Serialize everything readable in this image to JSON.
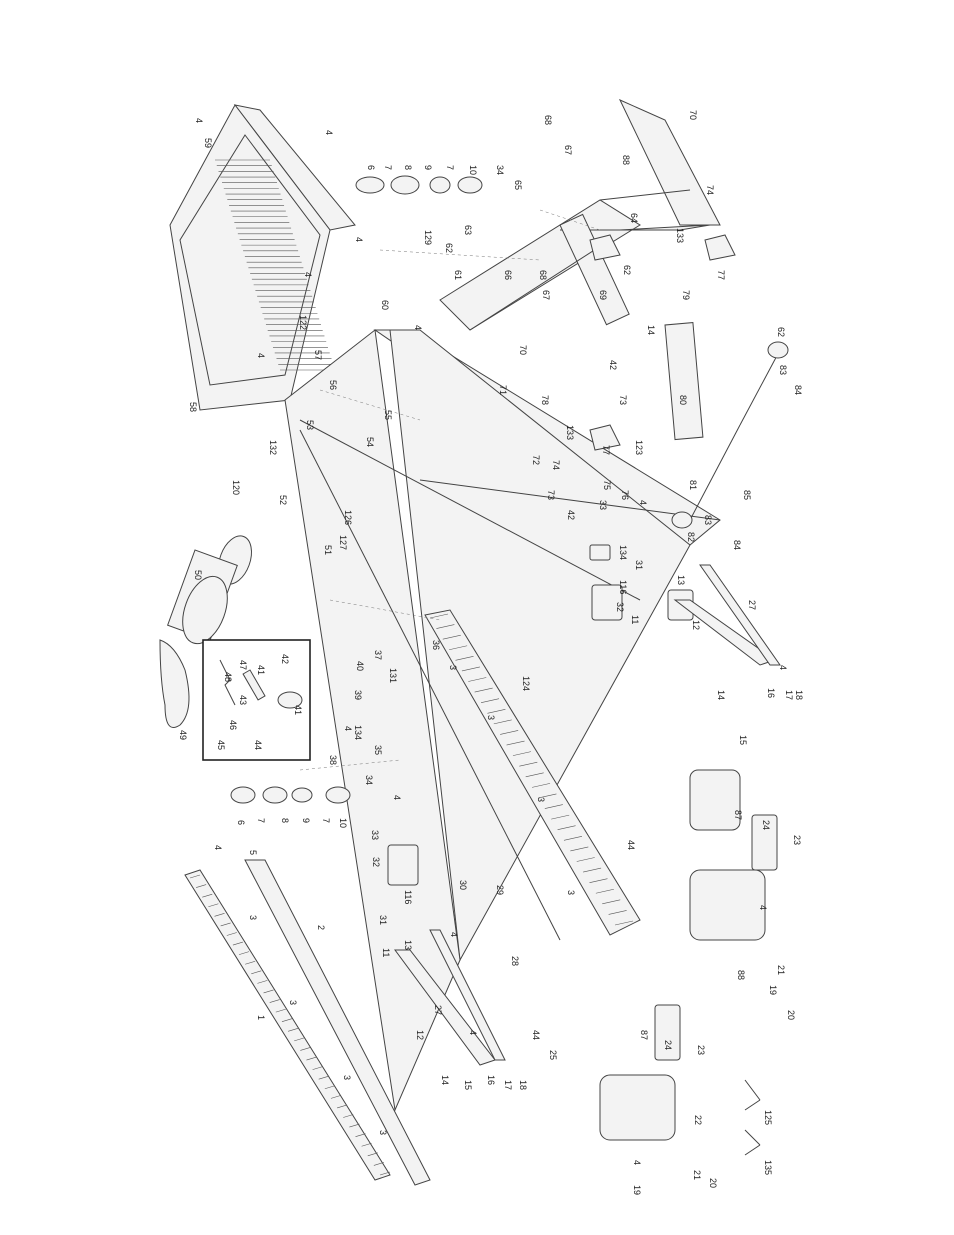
{
  "labels_group_a": [
    "4",
    "59",
    "4",
    "6",
    "7",
    "8",
    "9",
    "7",
    "10",
    "34",
    "65",
    "129",
    "63",
    "62",
    "4",
    "4",
    "57",
    "56",
    "53",
    "58",
    "4",
    "122",
    "60",
    "61",
    "66",
    "68",
    "67",
    "70",
    "4",
    "55",
    "54",
    "52",
    "120",
    "132",
    "126",
    "127",
    "51",
    "50"
  ],
  "labels_group_b": [
    "68",
    "67",
    "70",
    "88",
    "74",
    "133",
    "64",
    "77",
    "69",
    "62",
    "79",
    "14",
    "42",
    "73",
    "71",
    "78",
    "133",
    "72",
    "74",
    "77",
    "123",
    "73",
    "33",
    "76",
    "75",
    "4",
    "42",
    "80",
    "62",
    "83",
    "84",
    "81",
    "85",
    "82",
    "83",
    "84",
    "134",
    "31",
    "116",
    "32",
    "13",
    "11",
    "27",
    "12",
    "4",
    "14",
    "16",
    "17",
    "18",
    "15"
  ],
  "labels_group_c": [
    "49",
    "48",
    "41",
    "42",
    "47",
    "46",
    "45",
    "44",
    "43",
    "41",
    "40",
    "37",
    "131",
    "39",
    "4",
    "134",
    "38",
    "35",
    "36",
    "3",
    "124",
    "3",
    "3",
    "3",
    "87",
    "24",
    "23",
    "4",
    "88",
    "19",
    "21",
    "20",
    "44"
  ],
  "labels_group_d": [
    "4",
    "6",
    "7",
    "8",
    "9",
    "7",
    "10",
    "34",
    "5",
    "33",
    "4",
    "32",
    "31",
    "116",
    "30",
    "29",
    "28",
    "1",
    "2",
    "3",
    "3",
    "3",
    "3",
    "11",
    "13",
    "4",
    "12",
    "27",
    "4",
    "14",
    "15",
    "16",
    "17",
    "18",
    "44",
    "25",
    "87",
    "24",
    "23",
    "22",
    "125",
    "135",
    "19",
    "21",
    "20",
    "4"
  ]
}
